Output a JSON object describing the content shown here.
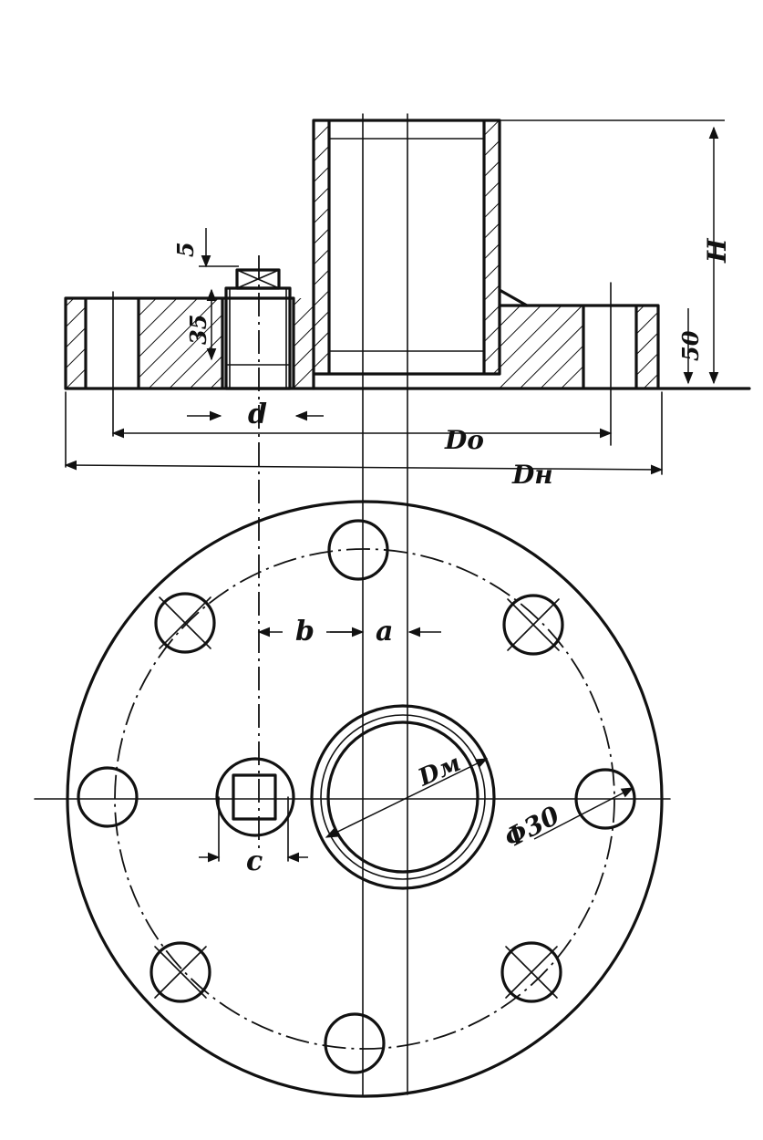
{
  "labels": {
    "dim_5": "5",
    "dim_35": "35",
    "dim_50": "50",
    "dim_h": "H",
    "dim_d": "d",
    "dim_do": "Dо",
    "dim_dh": "Dн",
    "dim_b": "b",
    "dim_a": "a",
    "dim_c": "c",
    "dim_dm": "Dм",
    "dim_phi30": "Φ30"
  }
}
